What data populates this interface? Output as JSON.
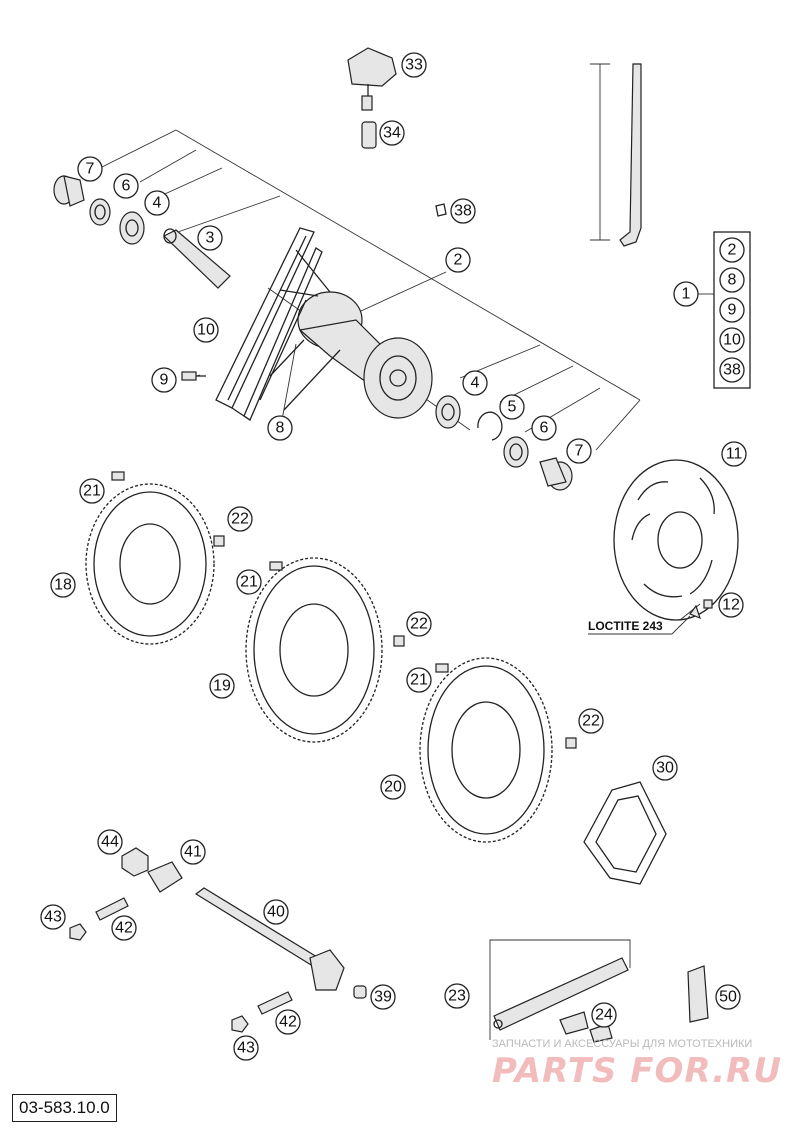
{
  "document_number": "03-583.10.0",
  "loctite_note": "LOCTITE 243",
  "watermark": {
    "tagline": "ЗАПЧАСТИ И АКСЕССУАРЫ ДЛЯ МОТОТЕХНИКИ",
    "logo": "PARTS FOR.RU"
  },
  "callouts": {
    "c33": "33",
    "c34": "34",
    "c38": "38",
    "c7a": "7",
    "c6a": "6",
    "c4a": "4",
    "c3": "3",
    "c2": "2",
    "c10": "10",
    "c9": "9",
    "c8": "8",
    "c4b": "4",
    "c5": "5",
    "c6b": "6",
    "c7b": "7",
    "c11": "11",
    "c12": "12",
    "c21a": "21",
    "c22a": "22",
    "c18": "18",
    "c21b": "21",
    "c22b": "22",
    "c19": "19",
    "c21c": "21",
    "c22c": "22",
    "c20": "20",
    "c30": "30",
    "c44": "44",
    "c41": "41",
    "c43a": "43",
    "c42a": "42",
    "c40": "40",
    "c39": "39",
    "c42b": "42",
    "c43b": "43",
    "c23": "23",
    "c24": "24",
    "c50": "50",
    "c1": "1"
  },
  "kit_items": [
    "2",
    "8",
    "9",
    "10",
    "38"
  ]
}
